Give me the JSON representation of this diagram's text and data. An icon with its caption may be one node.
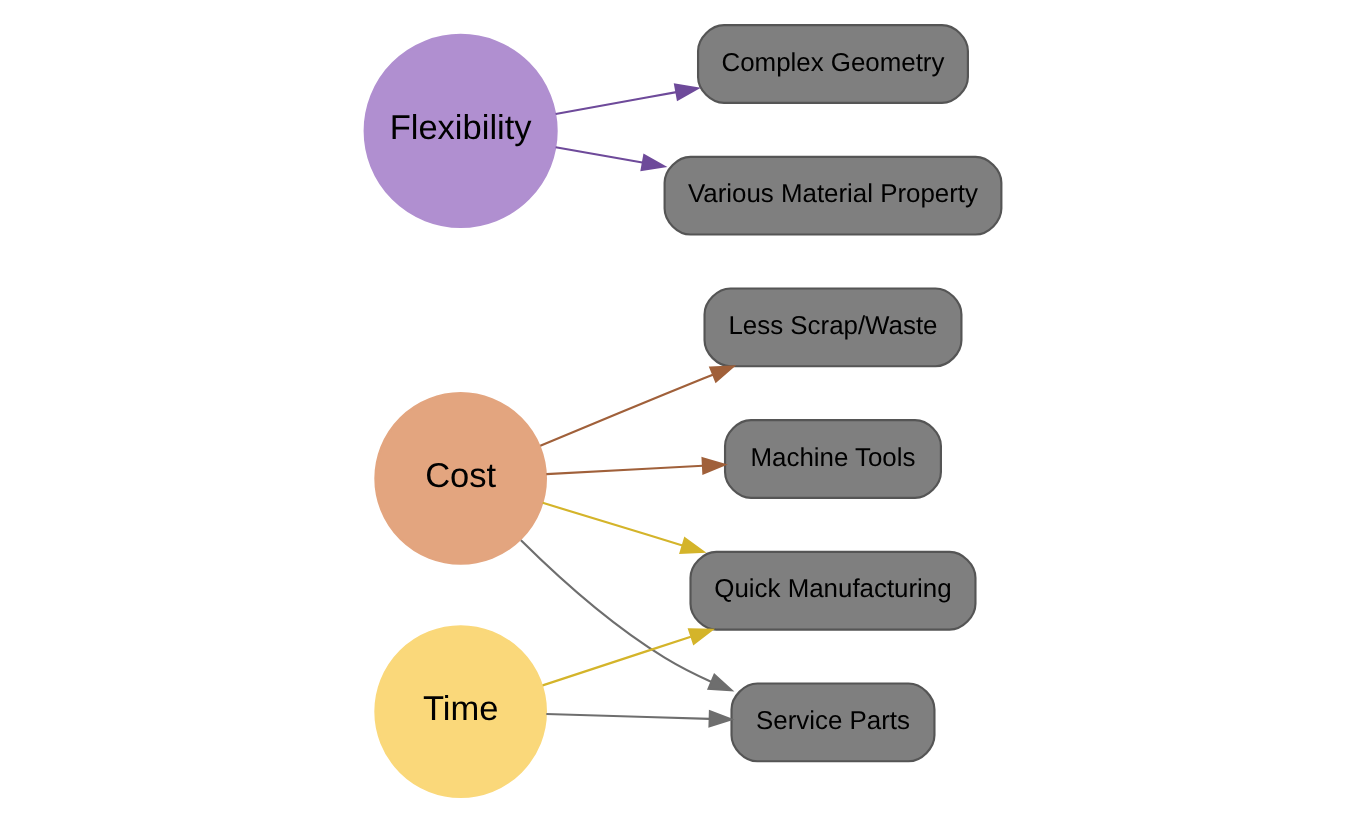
{
  "diagram": {
    "nodes": [
      {
        "text": [
          "Cost"
        ]
      },
      {
        "text": [
          "Less Scrap/Waste"
        ]
      },
      {
        "text": [
          "Machine Tools"
        ]
      },
      {
        "text": [
          "Quick Manufacturing"
        ]
      },
      {
        "text": [
          "Service Parts"
        ]
      },
      {
        "text": [
          "Complex Geometry"
        ]
      },
      {
        "text": [
          "Flexibility"
        ]
      },
      {
        "text": [
          "Time"
        ]
      },
      {
        "text": [
          "Various Material Property"
        ]
      }
    ],
    "edges": [
      {
        "from": 0,
        "to": 1,
        "arrow": "to",
        "color": "#a0603a"
      },
      {
        "from": 0,
        "to": 2,
        "arrow": "to",
        "color": "#a0603a"
      },
      {
        "from": 0,
        "to": 3,
        "arrow": "to",
        "color": "#d4b42a"
      },
      {
        "from": 0,
        "to": 4,
        "arrow": "to",
        "color": "#6e6e6e"
      },
      {
        "from": 7,
        "to": 4,
        "arrow": "to",
        "color": "#6e6e6e"
      },
      {
        "from": 7,
        "to": 3,
        "arrow": "to",
        "color": "#d4b42a"
      },
      {
        "from": 6,
        "to": 5,
        "arrow": "to",
        "color": "#6e4a9a"
      },
      {
        "from": 6,
        "to": 8,
        "arrow": "to",
        "color": "#6e4a9a"
      }
    ]
  }
}
